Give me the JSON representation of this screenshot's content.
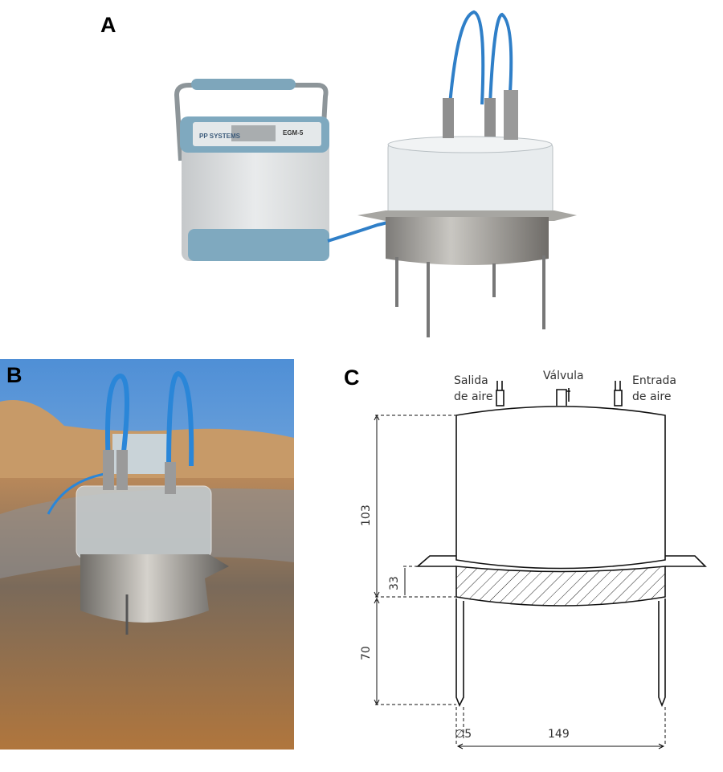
{
  "panels": {
    "a": {
      "letter": "A",
      "device_logo": "PP SYSTEMS",
      "device_model": "EGM-5"
    },
    "b": {
      "letter": "B"
    },
    "c": {
      "letter": "C",
      "labels": {
        "outlet_line1": "Salida",
        "outlet_line2": "de aire",
        "valve": "Válvula",
        "inlet_line1": "Entrada",
        "inlet_line2": "de aire"
      },
      "dimensions": {
        "chamber_height": "103",
        "collar_height": "33",
        "leg_length": "70",
        "leg_diameter": "∅5",
        "diameter": "149"
      }
    }
  },
  "colors": {
    "tube_blue": "#2f7fc8",
    "device_blue": "#7fa9bf",
    "sky": "#6fa6de",
    "soil": "#b9834d"
  }
}
